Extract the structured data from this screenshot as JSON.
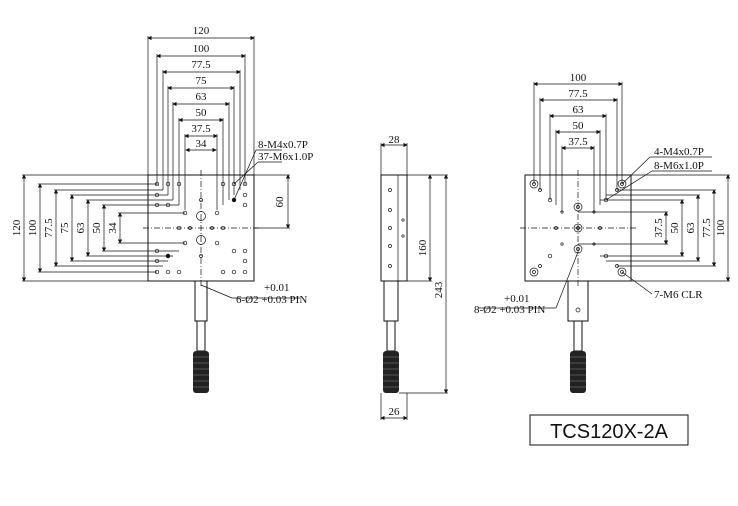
{
  "front_view": {
    "top_dims": [
      "120",
      "100",
      "77.5",
      "75",
      "63",
      "50",
      "37.5",
      "34"
    ],
    "left_dims": [
      "120",
      "100",
      "77.5",
      "75",
      "63",
      "50",
      "34"
    ],
    "right_dim": "60",
    "callout_1": "8-M4x0.7P",
    "callout_2": "37-M6x1.0P",
    "tol_upper": "+0.01",
    "pin_callout": "6-Ø2 +0.03 PIN"
  },
  "side_view": {
    "top_width": "28",
    "bottom_width": "26",
    "height_1": "160",
    "height_2": "243"
  },
  "back_view": {
    "top_dims": [
      "100",
      "77.5",
      "63",
      "50",
      "37.5"
    ],
    "right_dims": [
      "37.5",
      "50",
      "63",
      "77.5",
      "100"
    ],
    "callout_1": "4-M4x0.7P",
    "callout_2": "8-M6x1.0P",
    "callout_3": "7-M6 CLR",
    "tol_upper": "+0.01",
    "pin_callout": "8-Ø2 +0.03 PIN"
  },
  "model_label": "TCS120X-2A"
}
